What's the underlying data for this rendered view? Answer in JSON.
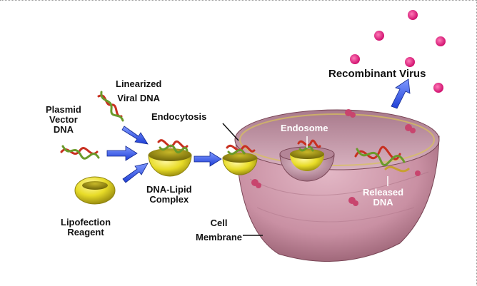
{
  "labels": {
    "linearized_viral_dna": [
      "Linearized",
      "Viral DNA"
    ],
    "plasmid_vector_dna": [
      "Plasmid",
      "Vector",
      "DNA"
    ],
    "endocytosis": "Endocytosis",
    "endosome": "Endosome",
    "recombinant_virus": "Recombinant Virus",
    "dna_lipid_complex": [
      "DNA-Lipid",
      "Complex"
    ],
    "lipofection_reagent": [
      "Lipofection",
      "Reagent"
    ],
    "cell_membrane": [
      "Cell",
      "Membrane"
    ],
    "released_dna": [
      "Released",
      "DNA"
    ]
  },
  "colors": {
    "cell": "#c990a3",
    "cell_dark": "#8c5466",
    "lipid_yellow": "#e8dc28",
    "virus_pink": "#e0147a",
    "arrow_blue": "#1f3fd6",
    "dna_red": "#c83020",
    "dna_green": "#6a9a2a"
  },
  "icons": [
    "dna-helix",
    "lipid-vesicle",
    "arrow",
    "virus-particle",
    "receptor"
  ]
}
